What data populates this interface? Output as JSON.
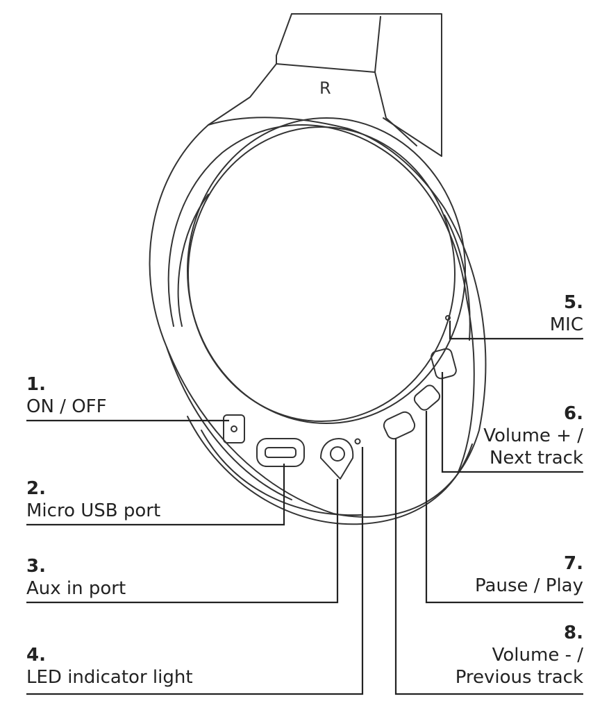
{
  "headphone": {
    "side_mark": "R"
  },
  "callouts": [
    {
      "number": "1.",
      "label": "ON / OFF"
    },
    {
      "number": "2.",
      "label": "Micro USB port"
    },
    {
      "number": "3.",
      "label": "Aux in port"
    },
    {
      "number": "4.",
      "label": "LED indicator light"
    },
    {
      "number": "5.",
      "label": "MIC"
    },
    {
      "number": "6.",
      "label": "Volume + /",
      "label2": "Next track"
    },
    {
      "number": "7.",
      "label": "Pause / Play"
    },
    {
      "number": "8.",
      "label": "Volume - /",
      "label2": "Previous track"
    }
  ],
  "colors": {
    "line": "#333333",
    "background": "#ffffff"
  }
}
